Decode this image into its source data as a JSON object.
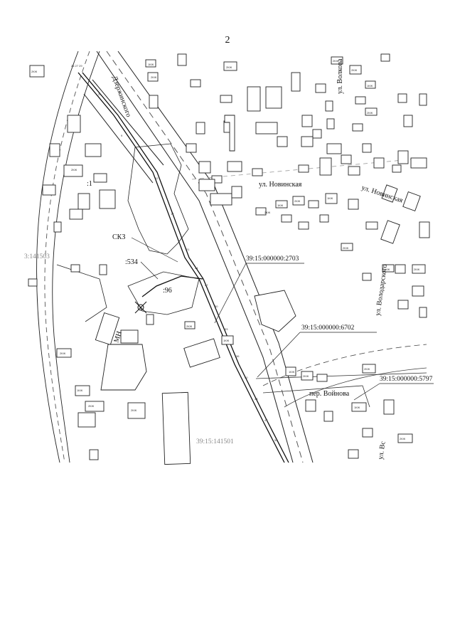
{
  "page": {
    "number": "2"
  },
  "map": {
    "streets": {
      "dzerzhinskogo": "Дзержинского",
      "volkova": "ул. Волкова",
      "novinskaya_1": "ул. Новинская",
      "novinskaya_2": "ул. Новинская",
      "volodarskogo": "ул. Володарского",
      "voynova": "пер. Войнова",
      "v_cut": "ул. Вс"
    },
    "cadastral": {
      "c2703": "39:15:000000:2703",
      "c6702": "39:15:000000:6702",
      "c5797": "39:15:000000:5797",
      "quarter_left": "3:141503",
      "quarter_bottom": "39:15:141501"
    },
    "labels": {
      "skz": "СКЗ",
      "p534": ":534",
      "p96": ":96",
      "p1": ":1",
      "mn": "МН"
    }
  }
}
